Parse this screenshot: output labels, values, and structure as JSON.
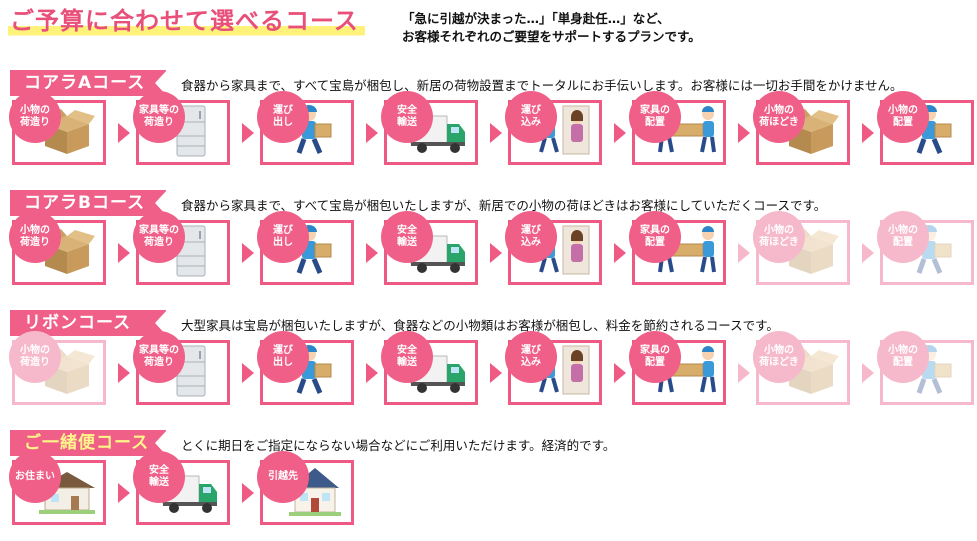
{
  "header": {
    "title": "ご予算に合わせて選べるコース",
    "desc_line1": "「急に引越が決まった…」「単身赴任…」など、",
    "desc_line2": "お客様それぞれのご要望をサポートするプランです。"
  },
  "courses": [
    {
      "label": "コアラAコース",
      "desc": "食器から家具まで、すべて宝島が梱包し、新居の荷物設置までトータルにお手伝いします。お客様には一切お手間をかけません。",
      "steps": [
        {
          "label": "小物の\n荷造り",
          "icon": "cardboard-box-icon",
          "faded": false
        },
        {
          "label": "家具等の\n荷造り",
          "icon": "refrigerator-icon",
          "faded": false
        },
        {
          "label": "運び\n出し",
          "icon": "mover-carrying-box-icon",
          "faded": false
        },
        {
          "label": "安全\n輸送",
          "icon": "moving-truck-icon",
          "faded": false
        },
        {
          "label": "運び\n込み",
          "icon": "mover-with-customer-icon",
          "faded": false
        },
        {
          "label": "家具の\n配置",
          "icon": "two-movers-icon",
          "faded": false
        },
        {
          "label": "小物の\n荷ほどき",
          "icon": "cardboard-box-icon",
          "faded": false
        },
        {
          "label": "小物の\n配置",
          "icon": "mover-carrying-box-icon",
          "faded": false
        }
      ]
    },
    {
      "label": "コアラBコース",
      "desc": "食器から家具まで、すべて宝島が梱包いたしますが、新居での小物の荷ほどきはお客様にしていただくコースです。",
      "steps": [
        {
          "label": "小物の\n荷造り",
          "icon": "cardboard-box-icon",
          "faded": false
        },
        {
          "label": "家具等の\n荷造り",
          "icon": "refrigerator-icon",
          "faded": false
        },
        {
          "label": "運び\n出し",
          "icon": "mover-carrying-box-icon",
          "faded": false
        },
        {
          "label": "安全\n輸送",
          "icon": "moving-truck-icon",
          "faded": false
        },
        {
          "label": "運び\n込み",
          "icon": "mover-with-customer-icon",
          "faded": false
        },
        {
          "label": "家具の\n配置",
          "icon": "two-movers-icon",
          "faded": false
        },
        {
          "label": "小物の\n荷ほどき",
          "icon": "cardboard-box-icon",
          "faded": true
        },
        {
          "label": "小物の\n配置",
          "icon": "mover-carrying-box-icon",
          "faded": true
        }
      ]
    },
    {
      "label": "リボンコース",
      "desc": "大型家具は宝島が梱包いたしますが、食器などの小物類はお客様が梱包し、料金を節約されるコースです。",
      "steps": [
        {
          "label": "小物の\n荷造り",
          "icon": "cardboard-box-icon",
          "faded": true
        },
        {
          "label": "家具等の\n荷造り",
          "icon": "refrigerator-icon",
          "faded": false
        },
        {
          "label": "運び\n出し",
          "icon": "mover-carrying-box-icon",
          "faded": false
        },
        {
          "label": "安全\n輸送",
          "icon": "moving-truck-icon",
          "faded": false
        },
        {
          "label": "運び\n込み",
          "icon": "mover-with-customer-icon",
          "faded": false
        },
        {
          "label": "家具の\n配置",
          "icon": "two-movers-icon",
          "faded": false
        },
        {
          "label": "小物の\n荷ほどき",
          "icon": "cardboard-box-icon",
          "faded": true
        },
        {
          "label": "小物の\n配置",
          "icon": "mover-carrying-box-icon",
          "faded": true
        }
      ]
    },
    {
      "label": "ご一緒便コース",
      "desc": "とくに期日をご指定にならない場合などにご利用いただけます。経済的です。",
      "steps": [
        {
          "label": "お住まい",
          "icon": "house-icon",
          "faded": false
        },
        {
          "label": "安全\n輸送",
          "icon": "moving-truck-icon",
          "faded": false
        },
        {
          "label": "引越先",
          "icon": "new-house-icon",
          "faded": false
        }
      ]
    }
  ],
  "colors": {
    "accent": "#ef5f87",
    "faded": "#f6b9cc",
    "highlight": "#fff27a",
    "label_yellow": "#fff58a"
  }
}
